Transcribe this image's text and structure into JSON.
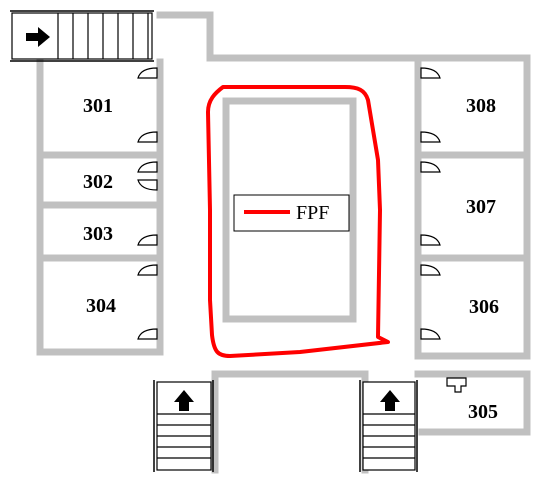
{
  "rooms": {
    "r301": "301",
    "r302": "302",
    "r303": "303",
    "r304": "304",
    "r305": "305",
    "r306": "306",
    "r307": "307",
    "r308": "308"
  },
  "legend": {
    "label": "FPF",
    "line_color": "#ff0000"
  },
  "colors": {
    "wall": "#c0c0c0",
    "path": "#ff0000",
    "arrow": "#000000"
  },
  "icons": {
    "stair_arrow_right": "arrow-right-icon",
    "stair_arrow_up": "arrow-up-icon"
  }
}
